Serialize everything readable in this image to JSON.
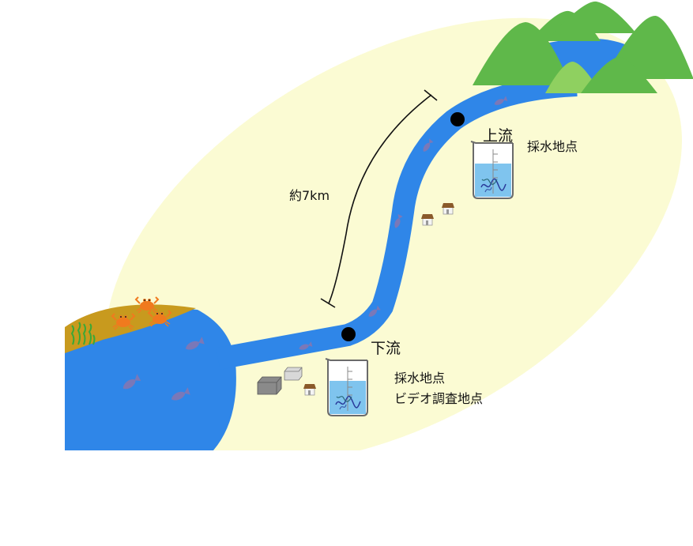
{
  "distance_label": "約7km",
  "upstream": {
    "title": "上流",
    "lines": [
      "採水地点"
    ]
  },
  "downstream": {
    "title": "下流",
    "lines": [
      "採水地点",
      "ビデオ調査地点"
    ]
  },
  "colors": {
    "land": "#fbfbd3",
    "river": "#2f86e8",
    "mountain": "#5fb84a",
    "mountain_light": "#8fd060",
    "shore": "#c89a1e",
    "fish": "#7a78b8",
    "crab": "#f07a1e",
    "seaweed": "#3aa837"
  },
  "icons": [
    "mountain-icon",
    "fish-icon",
    "crab-icon",
    "seaweed-icon",
    "beaker-icon",
    "house-icon",
    "factory-icon",
    "sampling-point-icon"
  ]
}
